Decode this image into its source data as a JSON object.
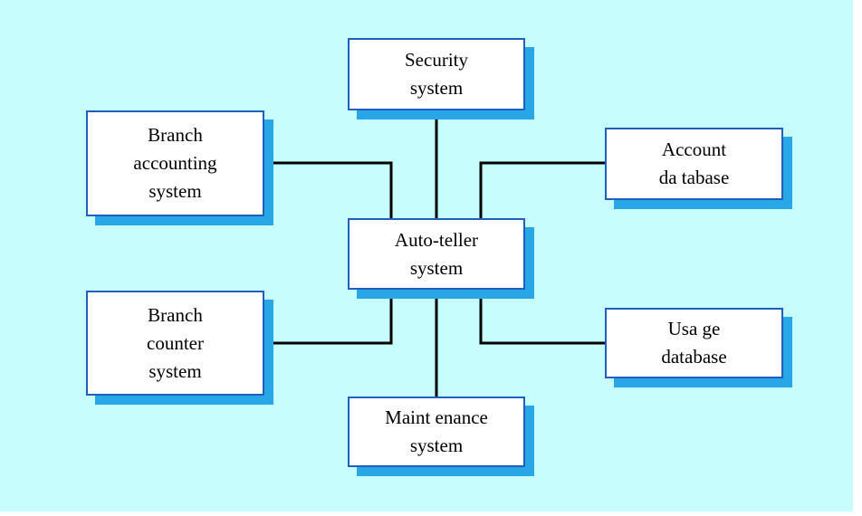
{
  "diagram": {
    "colors": {
      "background": "#c8fdfd",
      "box_fill": "#ffffff",
      "box_border": "#1f5fbf",
      "box_shadow": "#29a6e6",
      "connector": "#000000"
    },
    "nodes": {
      "security": {
        "lines": [
          "Security",
          "system"
        ]
      },
      "branch_accounting": {
        "lines": [
          "Branch",
          "accounting",
          "system"
        ]
      },
      "account_db": {
        "lines": [
          "Account",
          "da tabase"
        ]
      },
      "auto_teller": {
        "lines": [
          "Auto-teller",
          "system"
        ]
      },
      "branch_counter": {
        "lines": [
          "Branch",
          "counter",
          "system"
        ]
      },
      "usage_db": {
        "lines": [
          "Usa ge",
          "database"
        ]
      },
      "maintenance": {
        "lines": [
          "Maint enance",
          "system"
        ]
      }
    },
    "edges": [
      {
        "from": "auto_teller",
        "to": "security"
      },
      {
        "from": "auto_teller",
        "to": "maintenance"
      },
      {
        "from": "auto_teller",
        "to": "branch_accounting"
      },
      {
        "from": "auto_teller",
        "to": "branch_counter"
      },
      {
        "from": "auto_teller",
        "to": "account_db"
      },
      {
        "from": "auto_teller",
        "to": "usage_db"
      }
    ]
  }
}
